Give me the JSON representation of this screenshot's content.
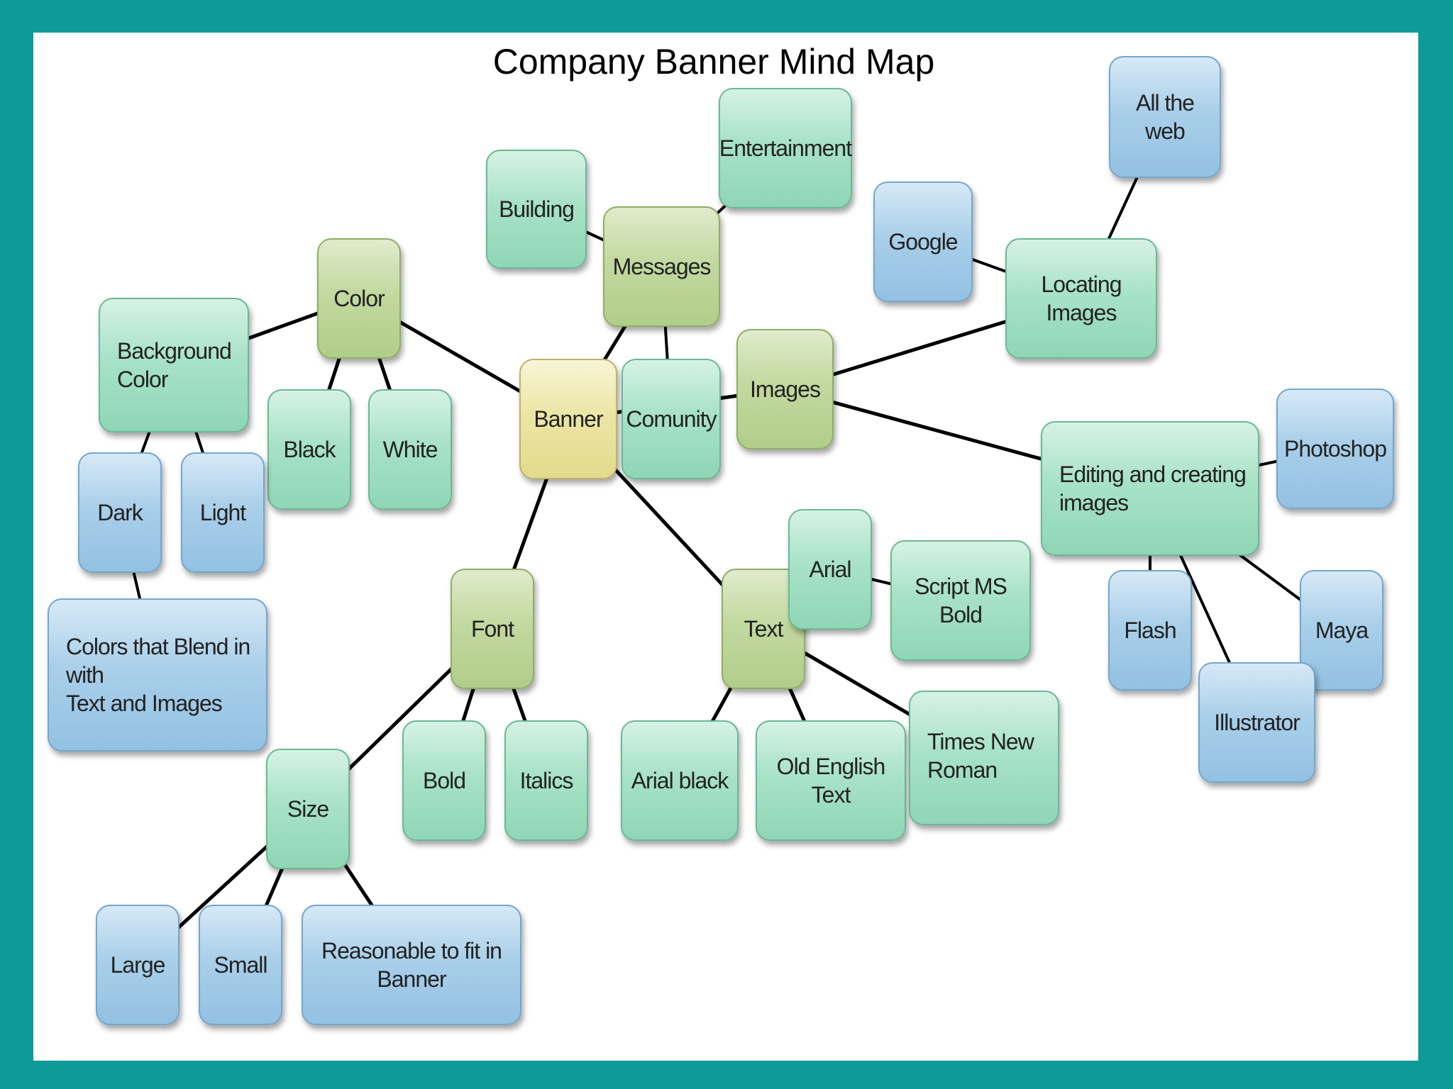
{
  "title": "Company Banner Mind Map",
  "colors": {
    "frame": "#0e9a97",
    "green": "#a8e2c8",
    "blue": "#a9cfe9",
    "olive": "#c2d9a0",
    "yellow": "#ece6a6"
  },
  "nodes": {
    "banner": {
      "label": "Banner",
      "color": "yellow"
    },
    "messages": {
      "label": "Messages",
      "color": "olive"
    },
    "building": {
      "label": "Building",
      "color": "green"
    },
    "entertainment": {
      "label": "Entertainment",
      "color": "green"
    },
    "community": {
      "label": "Comunity",
      "color": "green"
    },
    "images": {
      "label": "Images",
      "color": "olive"
    },
    "locating_images": {
      "label": "Locating Images",
      "color": "green"
    },
    "google": {
      "label": "Google",
      "color": "blue"
    },
    "all_the_web": {
      "label": "All the web",
      "color": "blue"
    },
    "editing_creating": {
      "label": "Editing and creating\nimages",
      "color": "green"
    },
    "photoshop": {
      "label": "Photoshop",
      "color": "blue"
    },
    "flash": {
      "label": "Flash",
      "color": "blue"
    },
    "maya": {
      "label": "Maya",
      "color": "blue"
    },
    "illustrator": {
      "label": "Illustrator",
      "color": "blue"
    },
    "color": {
      "label": "Color",
      "color": "olive"
    },
    "background_color": {
      "label": "Background\nColor",
      "color": "green"
    },
    "black": {
      "label": "Black",
      "color": "green"
    },
    "white": {
      "label": "White",
      "color": "green"
    },
    "dark": {
      "label": "Dark",
      "color": "blue"
    },
    "light": {
      "label": "Light",
      "color": "blue"
    },
    "blend_colors": {
      "label": "Colors that Blend in with\nText and Images",
      "color": "blue"
    },
    "font": {
      "label": "Font",
      "color": "olive"
    },
    "bold": {
      "label": "Bold",
      "color": "green"
    },
    "italics": {
      "label": "Italics",
      "color": "green"
    },
    "size": {
      "label": "Size",
      "color": "green"
    },
    "large": {
      "label": "Large",
      "color": "blue"
    },
    "small": {
      "label": "Small",
      "color": "blue"
    },
    "reasonable": {
      "label": "Reasonable to fit in Banner",
      "color": "blue"
    },
    "text": {
      "label": "Text",
      "color": "olive"
    },
    "arial": {
      "label": "Arial",
      "color": "green"
    },
    "script_ms_bold": {
      "label": "Script MS Bold",
      "color": "green"
    },
    "arial_black": {
      "label": "Arial black",
      "color": "green"
    },
    "old_english": {
      "label": "Old English Text",
      "color": "green"
    },
    "times_new_roman": {
      "label": "Times New\nRoman",
      "color": "green"
    }
  },
  "edges": [
    [
      "banner",
      "messages"
    ],
    [
      "messages",
      "building"
    ],
    [
      "messages",
      "entertainment"
    ],
    [
      "messages",
      "community"
    ],
    [
      "banner",
      "images"
    ],
    [
      "images",
      "locating_images"
    ],
    [
      "locating_images",
      "google"
    ],
    [
      "locating_images",
      "all_the_web"
    ],
    [
      "images",
      "editing_creating"
    ],
    [
      "editing_creating",
      "photoshop"
    ],
    [
      "editing_creating",
      "flash"
    ],
    [
      "editing_creating",
      "maya"
    ],
    [
      "editing_creating",
      "illustrator"
    ],
    [
      "banner",
      "color"
    ],
    [
      "color",
      "background_color"
    ],
    [
      "color",
      "black"
    ],
    [
      "color",
      "white"
    ],
    [
      "background_color",
      "dark"
    ],
    [
      "background_color",
      "light"
    ],
    [
      "dark",
      "blend_colors"
    ],
    [
      "banner",
      "font"
    ],
    [
      "font",
      "bold"
    ],
    [
      "font",
      "italics"
    ],
    [
      "font",
      "size"
    ],
    [
      "size",
      "large"
    ],
    [
      "size",
      "small"
    ],
    [
      "size",
      "reasonable"
    ],
    [
      "banner",
      "text"
    ],
    [
      "text",
      "arial"
    ],
    [
      "arial",
      "script_ms_bold"
    ],
    [
      "text",
      "arial_black"
    ],
    [
      "text",
      "old_english"
    ],
    [
      "text",
      "times_new_roman"
    ]
  ]
}
